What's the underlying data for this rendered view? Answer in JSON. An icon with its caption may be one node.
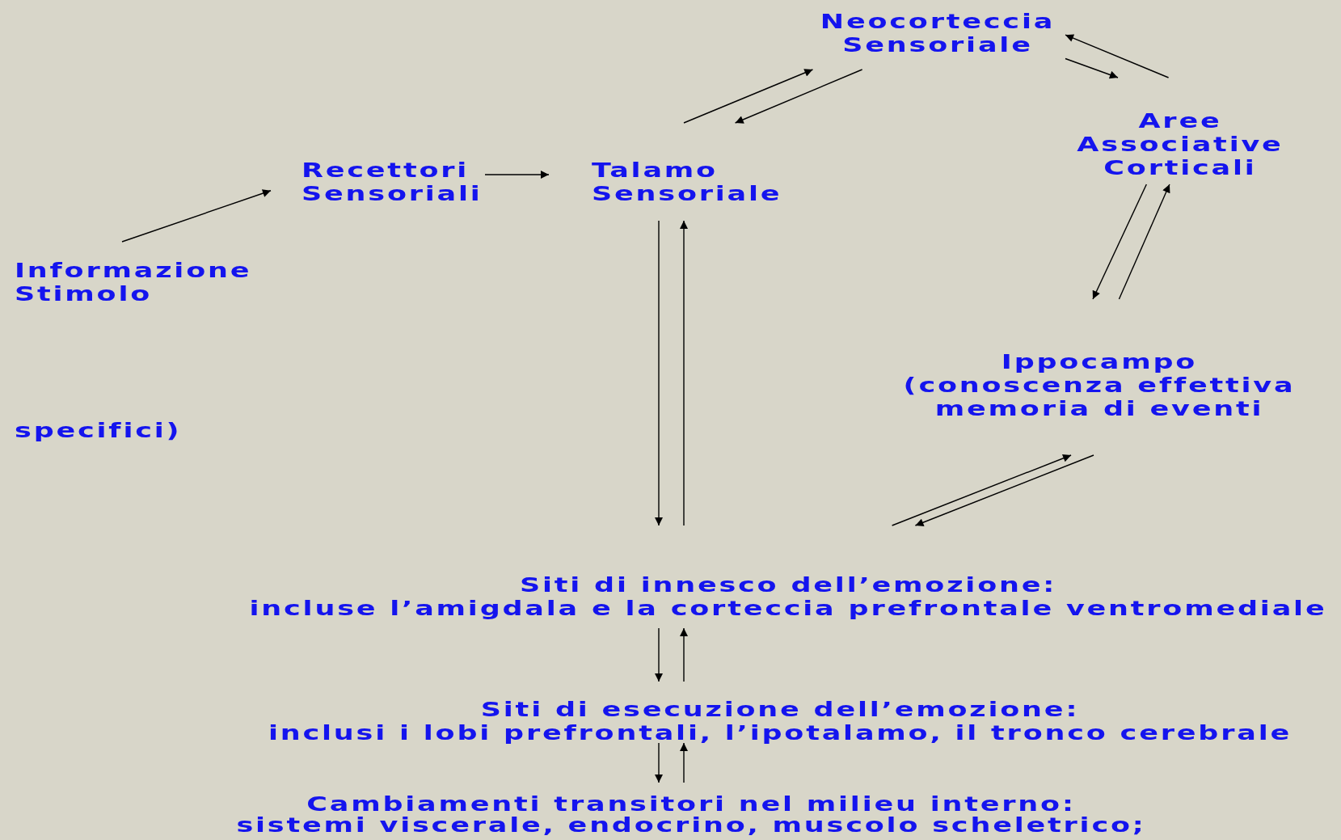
{
  "diagram": {
    "nodes": [
      {
        "text": [
          "Neocorteccia Sensoriale"
        ]
      },
      {
        "text": [
          "Aree Associative Corticali"
        ]
      },
      {
        "text": [
          "Recettori Sensoriali"
        ]
      },
      {
        "text": [
          "Talamo Sensoriale"
        ]
      },
      {
        "text": [
          "Informazione Stimolo"
        ]
      },
      {
        "text": [
          "Ippocampo (conoscenza effettiva memoria di eventi"
        ]
      },
      {
        "text": [
          "Siti di innesco dell’emozione: incluse l’amigdala e la corteccia prefrontale ventromediale"
        ]
      },
      {
        "text": [
          "Siti di esecuzione dell’emozione: inclusi i lobi prefrontali, l’ipotalamo, il tronco cerebrale"
        ]
      },
      {
        "text": [
          "Cambiamenti transitori nel milieu interno: sistemi viscerale, endocrino, muscolo scheletrico;"
        ]
      }
    ],
    "edges": [
      {
        "from": 4,
        "to": 2,
        "arrow": "to"
      },
      {
        "from": 2,
        "to": 3,
        "arrow": "to"
      },
      {
        "from": 3,
        "to": 0,
        "arrow": "to"
      },
      {
        "from": 0,
        "to": 3,
        "arrow": "to"
      },
      {
        "from": 0,
        "to": 1,
        "arrow": "to"
      },
      {
        "from": 1,
        "to": 0,
        "arrow": "to"
      },
      {
        "from": 1,
        "to": 5,
        "arrow": "to"
      },
      {
        "from": 5,
        "to": 1,
        "arrow": "to"
      },
      {
        "from": 3,
        "to": 6,
        "arrow": "to"
      },
      {
        "from": 6,
        "to": 3,
        "arrow": "to"
      },
      {
        "from": 6,
        "to": 5,
        "arrow": "to"
      },
      {
        "from": 5,
        "to": 6,
        "arrow": "to"
      },
      {
        "from": 6,
        "to": 7,
        "arrow": "to"
      },
      {
        "from": 7,
        "to": 6,
        "arrow": "to"
      },
      {
        "from": 7,
        "to": 8,
        "arrow": "to"
      },
      {
        "from": 8,
        "to": 7,
        "arrow": "to"
      }
    ],
    "labels": [
      "specifici)"
    ]
  }
}
